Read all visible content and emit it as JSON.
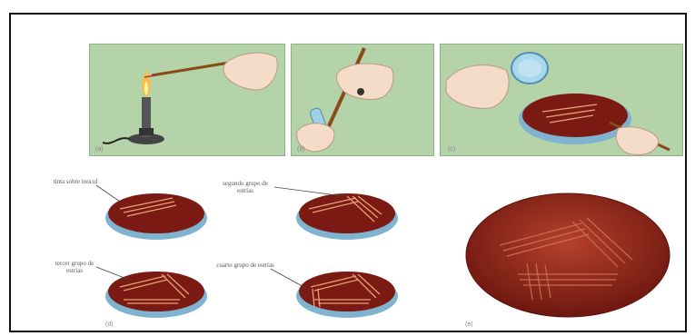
{
  "captions": {
    "a": "(a)",
    "b": "(b)",
    "c": "(c)",
    "d": "(d)",
    "e": "(e)"
  },
  "labels": {
    "first_streak": "tinta sobre inocul",
    "second_streak": "segundo grupo de estrías",
    "third_streak": "tercer grupo de estrías",
    "fourth_streak": "cuarto grupo de estrías"
  },
  "colors": {
    "panel_green": "#b5d3a8",
    "agar_red": "#7a1a12",
    "dish_blue": "#7fb3cf",
    "skin": "#f4dcc8",
    "flame": "#f3c24a"
  }
}
